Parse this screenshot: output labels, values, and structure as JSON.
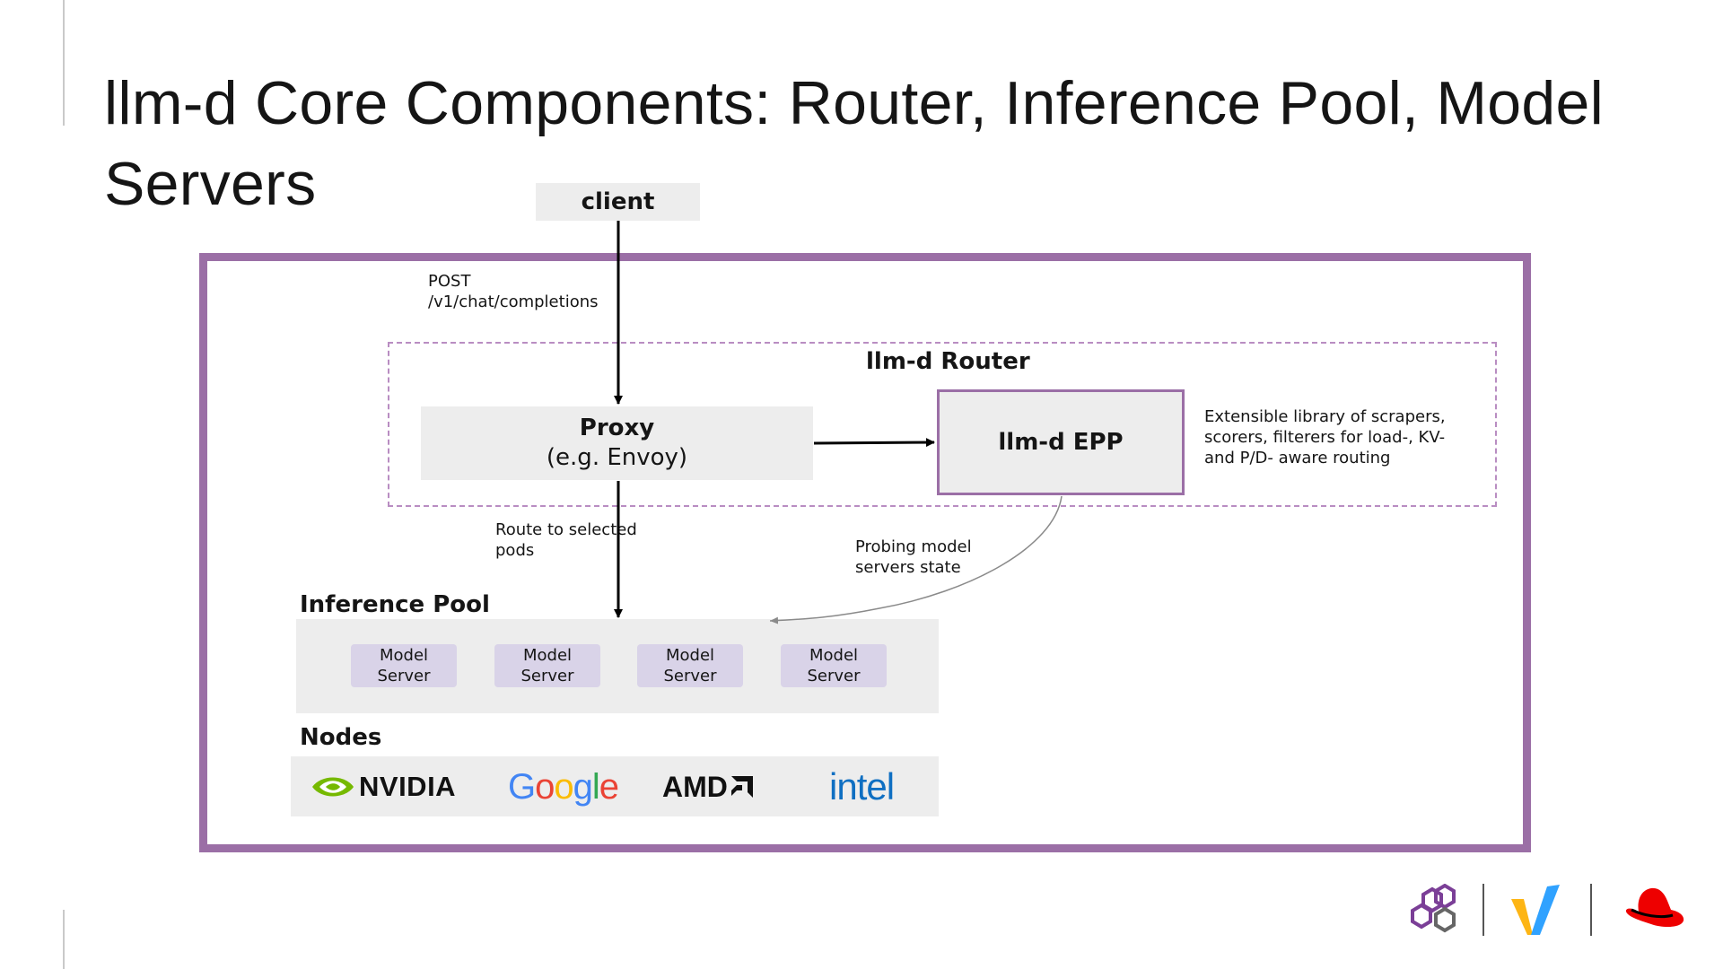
{
  "slide": {
    "title": "llm-d Core Components: Router, Inference Pool, Model Servers"
  },
  "diagram": {
    "client": "client",
    "request_label_line1": "POST",
    "request_label_line2": "/v1/chat/completions",
    "router_label": "llm-d Router",
    "proxy": {
      "line1": "Proxy",
      "line2": "(e.g. Envoy)"
    },
    "epp": "llm-d EPP",
    "epp_note": [
      "Extensible library of scrapers,",
      "scorers, filterers for load-, KV-",
      "and P/D- aware routing"
    ],
    "route_label": [
      "Route to selected",
      "pods"
    ],
    "probe_label": [
      "Probing model",
      "servers state"
    ],
    "inference_pool_label": "Inference Pool",
    "model_servers": [
      {
        "line1": "Model",
        "line2": "Server"
      },
      {
        "line1": "Model",
        "line2": "Server"
      },
      {
        "line1": "Model",
        "line2": "Server"
      },
      {
        "line1": "Model",
        "line2": "Server"
      }
    ],
    "nodes_label": "Nodes",
    "node_vendors": {
      "nvidia": "NVIDIA",
      "google": "Google",
      "amd": "AMD",
      "intel": "intel"
    }
  },
  "footer_logos": [
    "llm-d-logo-icon",
    "vllm-logo-icon",
    "red-hat-logo-icon"
  ],
  "colors": {
    "frame_purple": "#9b6fa6",
    "dashed_purple": "#b98dc2",
    "box_gray": "#ededed",
    "chip_lavender": "#d9d3e8",
    "nvidia_green": "#76b900",
    "intel_blue": "#0f6fc2",
    "red_hat_red": "#ee0000"
  }
}
